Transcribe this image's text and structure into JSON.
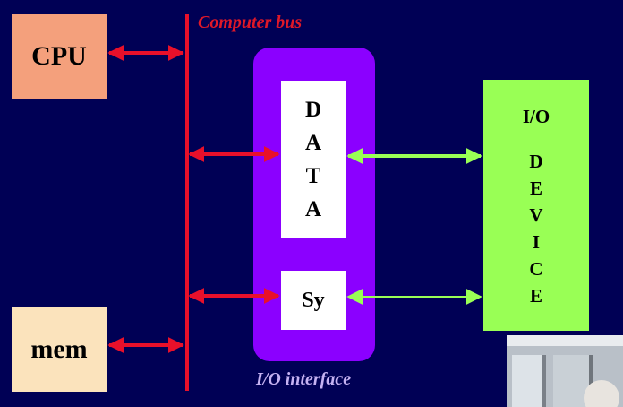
{
  "bus": {
    "label": "Computer bus"
  },
  "cpu": {
    "label": "CPU"
  },
  "memory": {
    "label": "mem"
  },
  "io_interface": {
    "label": "I/O interface",
    "data_register": {
      "letters": [
        "D",
        "A",
        "T",
        "A"
      ]
    },
    "sync_register": {
      "label": "Sy"
    }
  },
  "io_device": {
    "title": "I/O",
    "letters": [
      "D",
      "E",
      "V",
      "I",
      "C",
      "E"
    ]
  },
  "colors": {
    "background": "#000055",
    "bus": "#e8102a",
    "cpu_box": "#f4a07c",
    "mem_box": "#fbe3bc",
    "interface_panel": "#8b00ff",
    "device_box": "#99ff55",
    "interface_label": "#c5b2f2",
    "device_arrow": "#99ff55"
  }
}
